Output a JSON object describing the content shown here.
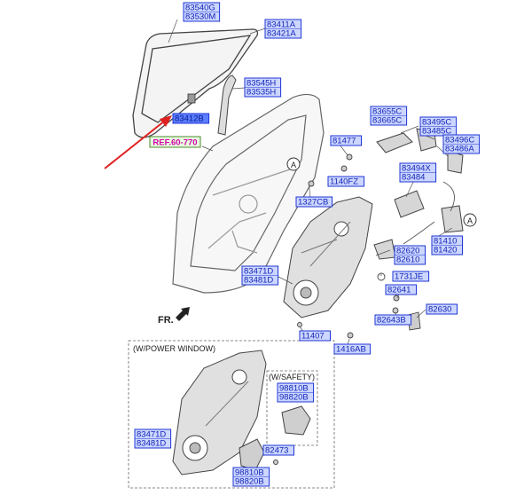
{
  "part_labels": [
    {
      "id": "p1",
      "lines": [
        "83540G",
        "83530M"
      ]
    },
    {
      "id": "p2",
      "lines": [
        "83411A",
        "83421A"
      ]
    },
    {
      "id": "p3",
      "lines": [
        "83545H",
        "83535H"
      ]
    },
    {
      "id": "p4",
      "lines": [
        "83412B"
      ],
      "highlight": true
    },
    {
      "id": "p5",
      "lines": [
        "83655C",
        "83665C"
      ]
    },
    {
      "id": "p6",
      "lines": [
        "83495C",
        "83485C"
      ]
    },
    {
      "id": "p7",
      "lines": [
        "83496C",
        "83486A"
      ]
    },
    {
      "id": "p8",
      "lines": [
        "81477"
      ]
    },
    {
      "id": "p9",
      "lines": [
        "83494X",
        "83484"
      ]
    },
    {
      "id": "p10",
      "lines": [
        "1140FZ"
      ]
    },
    {
      "id": "p11",
      "lines": [
        "1327CB"
      ]
    },
    {
      "id": "p12",
      "lines": [
        "81410",
        "81420"
      ]
    },
    {
      "id": "p13",
      "lines": [
        "82620",
        "82610"
      ]
    },
    {
      "id": "p14",
      "lines": [
        "83471D",
        "83481D"
      ]
    },
    {
      "id": "p15",
      "lines": [
        "1731JE"
      ]
    },
    {
      "id": "p16",
      "lines": [
        "82641"
      ]
    },
    {
      "id": "p17",
      "lines": [
        "82630"
      ]
    },
    {
      "id": "p18",
      "lines": [
        "82643B"
      ]
    },
    {
      "id": "p19",
      "lines": [
        "11407"
      ]
    },
    {
      "id": "p20",
      "lines": [
        "1416AB"
      ]
    },
    {
      "id": "p21",
      "lines": [
        "98810B",
        "98820B"
      ]
    },
    {
      "id": "p22",
      "lines": [
        "83471D",
        "83481D"
      ]
    },
    {
      "id": "p23",
      "lines": [
        "82473"
      ]
    },
    {
      "id": "p24",
      "lines": [
        "98810B",
        "98820B"
      ]
    }
  ],
  "ref_label": "REF.60-770",
  "fr_label": "FR.",
  "circle_marker": "A",
  "section_power_window": "(W/POWER WINDOW)",
  "section_safety": "(W/SAFETY)",
  "colors": {
    "label_fill": "#ccd6ff",
    "label_border": "#1f36d6",
    "label_text": "#1326b8",
    "highlight_fill": "#5b7fff",
    "ref_fill": "#e8ffe0",
    "ref_border": "#4a8a2a",
    "ref_text": "#d400a8",
    "arrow_red": "#e02020",
    "line_art": "#555555"
  }
}
